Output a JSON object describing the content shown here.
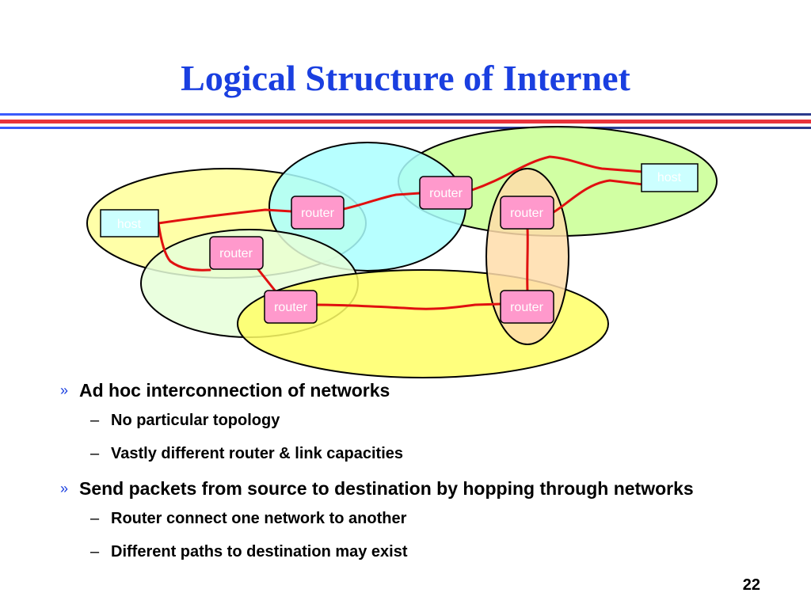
{
  "slide": {
    "title": "Logical Structure of Internet",
    "page_number": "22"
  },
  "diagram": {
    "host_label": "host",
    "router_label": "router"
  },
  "bullets": [
    {
      "text": "Ad hoc interconnection of networks",
      "marker": "»",
      "subitems": [
        {
          "text": "No particular topology",
          "marker": "–"
        },
        {
          "text": "Vastly different router & link capacities",
          "marker": "–"
        }
      ]
    },
    {
      "text": "Send packets from source to destination by hopping through networks",
      "marker": "»",
      "subitems": [
        {
          "text": "Router connect one network to another",
          "marker": "–"
        },
        {
          "text": "Different paths to destination may exist",
          "marker": "–"
        }
      ]
    }
  ],
  "colors": {
    "title": "#1a3fe0",
    "link": "#e01010",
    "router_fill": "#ff99cc",
    "host_fill": "#ccffff"
  }
}
